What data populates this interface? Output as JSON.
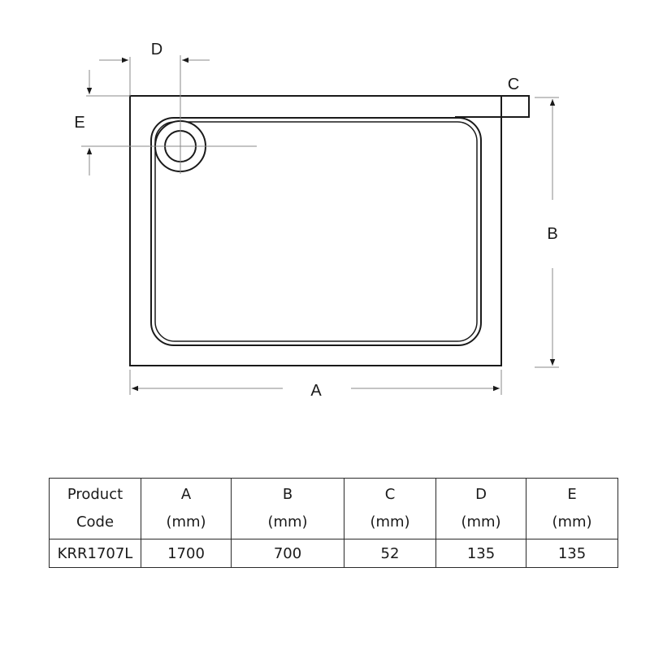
{
  "diagram": {
    "title": "Rectangular shower tray dimension drawing",
    "labels": {
      "A": "A",
      "B": "B",
      "C": "C",
      "D": "D",
      "E": "E"
    },
    "line_color": "#1a1a1a",
    "dim_line_color": "#8a8a8a"
  },
  "table": {
    "headers": [
      {
        "line1": "Product",
        "line2": "Code"
      },
      {
        "line1": "A",
        "line2": "(mm)"
      },
      {
        "line1": "B",
        "line2": "(mm)"
      },
      {
        "line1": "C",
        "line2": "(mm)"
      },
      {
        "line1": "D",
        "line2": "(mm)"
      },
      {
        "line1": "E",
        "line2": "(mm)"
      }
    ],
    "rows": [
      {
        "code": "KRR1707L",
        "a": "1700",
        "b": "700",
        "c": "52",
        "d": "135",
        "e": "135"
      }
    ]
  }
}
